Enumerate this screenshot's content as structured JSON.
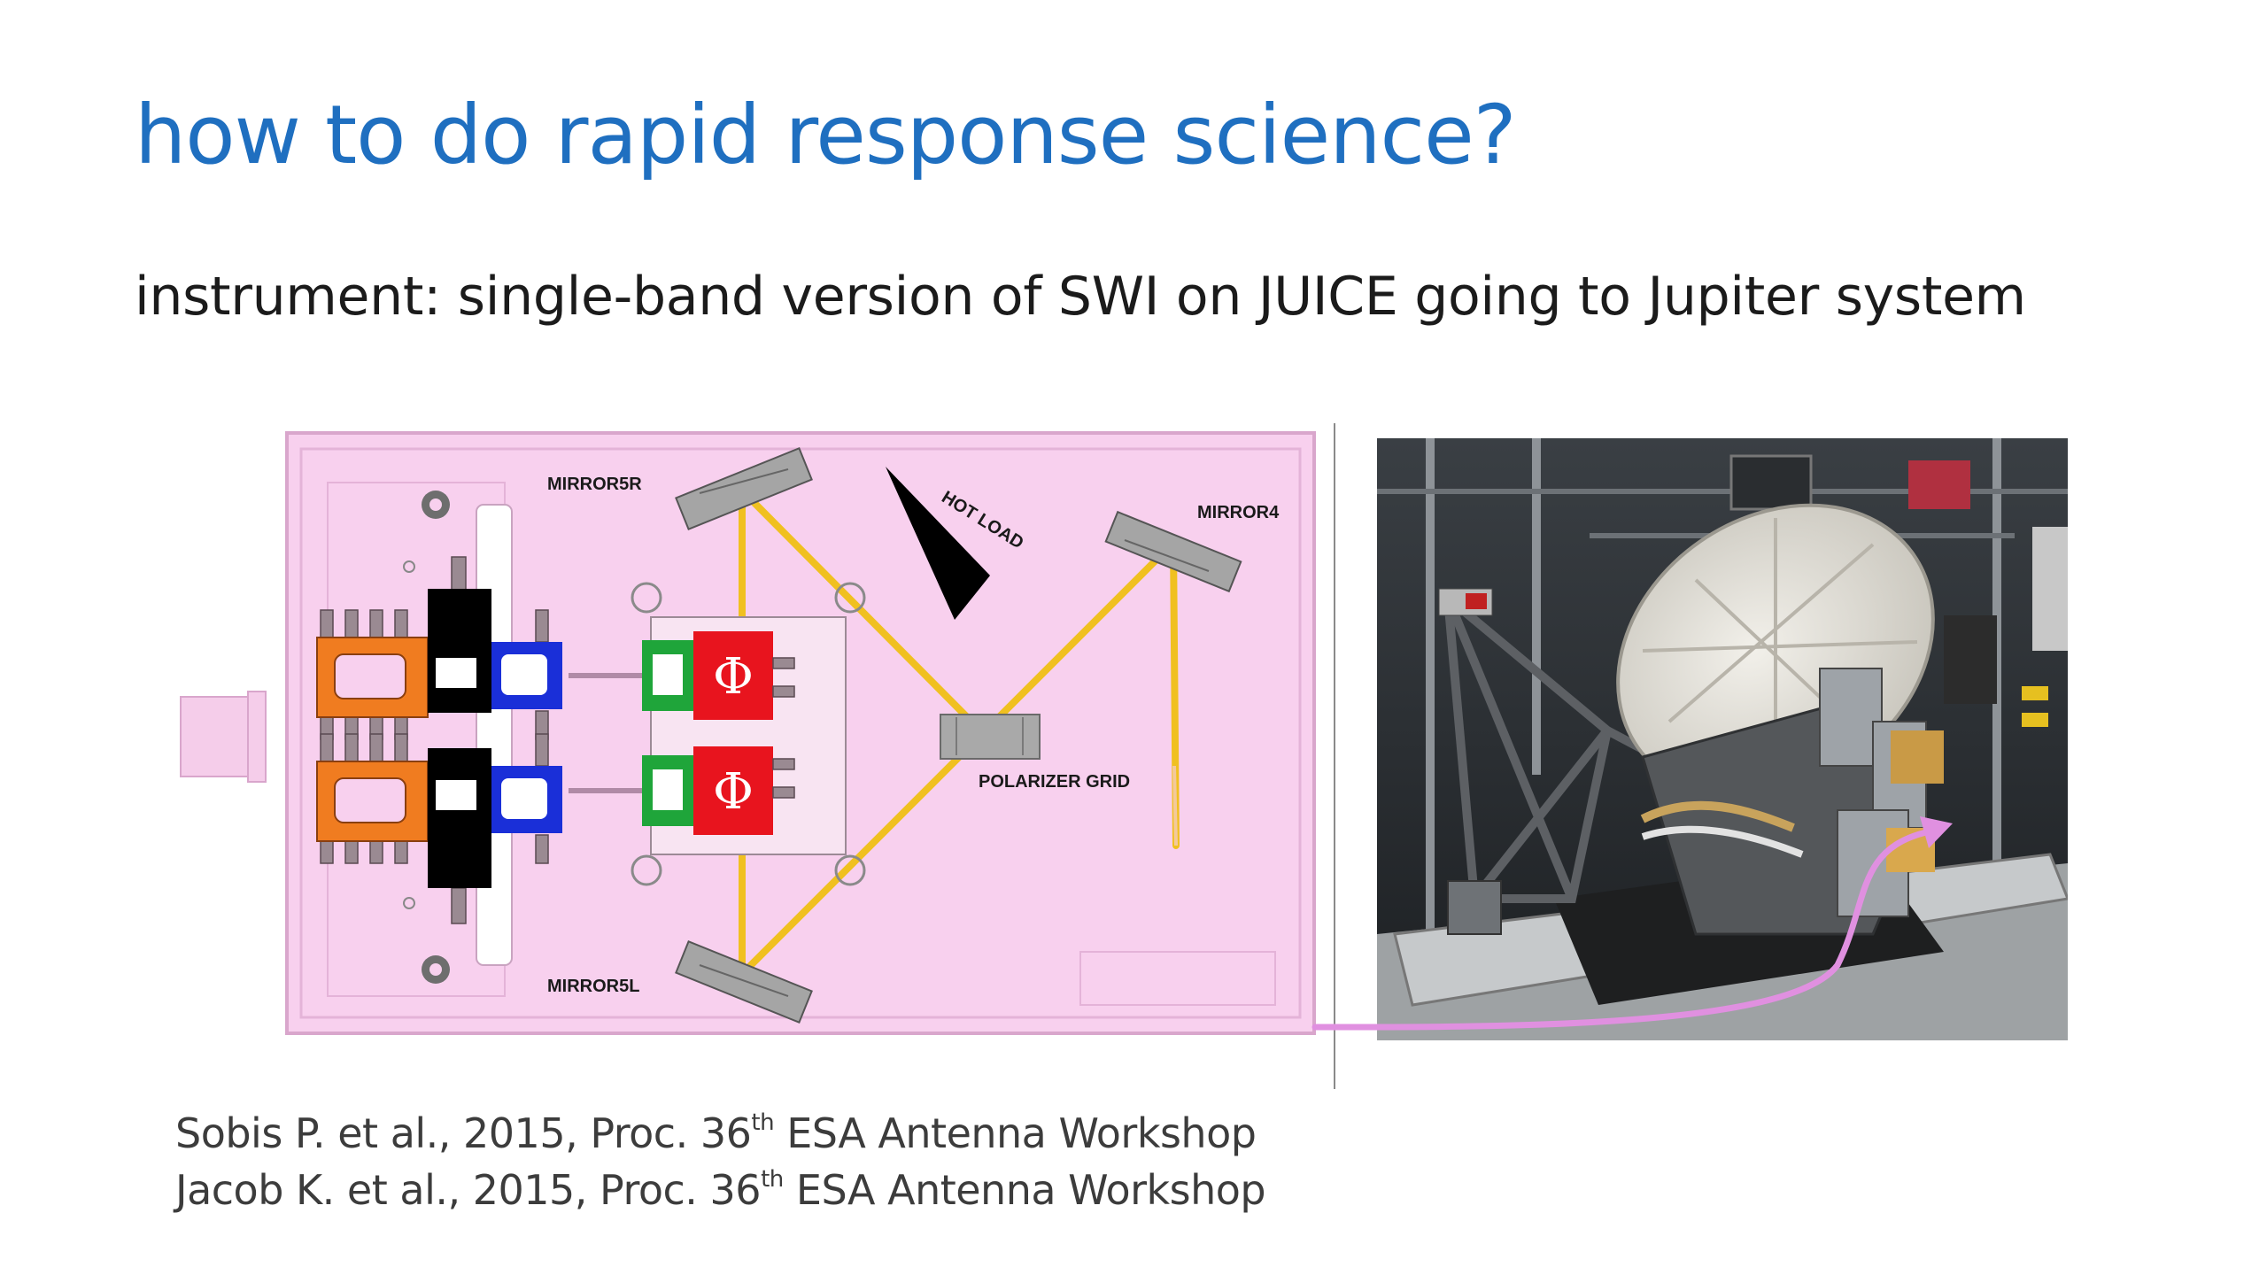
{
  "slide": {
    "title": "how to do rapid response science?",
    "subtitle": "instrument: single-band version of SWI on JUICE going to Jupiter system"
  },
  "diagram": {
    "labels": {
      "mirror5r": "MIRROR5R",
      "mirror4": "MIRROR4",
      "mirror5l": "MIRROR5L",
      "hot_load": "HOT LOAD",
      "polarizer_grid": "POLARIZER GRID"
    },
    "colors": {
      "board": "#f8d0ee",
      "beam": "#f0c020",
      "orange": "#f07c20",
      "blue": "#1a2fd8",
      "green": "#1fa53a",
      "red": "#e8141e",
      "connector": "#e090e0"
    }
  },
  "photo": {
    "alt_name": "instrument-photo"
  },
  "references": [
    {
      "before": "Sobis P. et al., 2015, Proc. 36",
      "sup": "th",
      "after": " ESA Antenna Workshop"
    },
    {
      "before": "Jacob K. et al., 2015, Proc. 36",
      "sup": "th",
      "after": " ESA Antenna Workshop"
    }
  ]
}
